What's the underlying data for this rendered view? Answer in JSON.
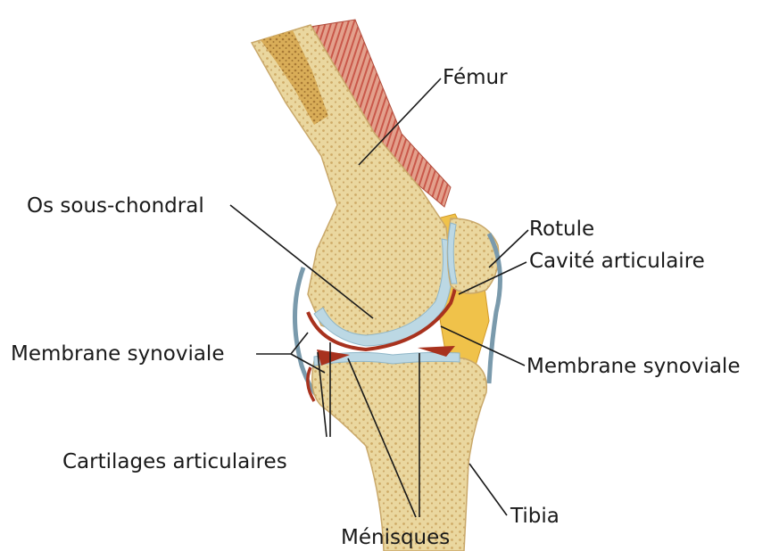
{
  "labels": {
    "femur": "Fémur",
    "os_sous_chondral": "Os sous-chondral",
    "rotule": "Rotule",
    "cavite_articulaire": "Cavité articulaire",
    "membrane_synoviale_left": "Membrane synoviale",
    "membrane_synoviale_right": "Membrane synoviale",
    "cartilages_articulaires": "Cartilages articulaires",
    "tibia": "Tibia",
    "menisques": "Ménisques"
  },
  "colors": {
    "bone": "#e8d49a",
    "bone_shade": "#cfb06a",
    "marrow_dots": "#b8944e",
    "cartilage": "#bcd8e4",
    "synovial": "#a8321e",
    "muscle": "#c95a4a",
    "fat": "#f0c24a",
    "line": "#1a1a1a"
  }
}
